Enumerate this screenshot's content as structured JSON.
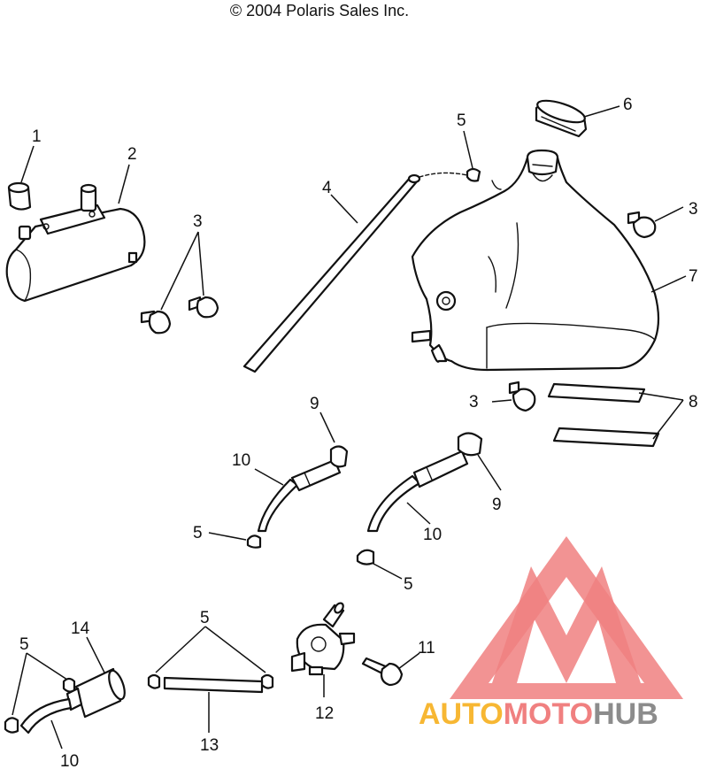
{
  "copyright": "© 2004 Polaris Sales Inc.",
  "callouts": [
    {
      "id": "c1",
      "label": "1"
    },
    {
      "id": "c2",
      "label": "2"
    },
    {
      "id": "c3a",
      "label": "3"
    },
    {
      "id": "c3b",
      "label": "3"
    },
    {
      "id": "c3c",
      "label": "3"
    },
    {
      "id": "c4",
      "label": "4"
    },
    {
      "id": "c5a",
      "label": "5"
    },
    {
      "id": "c5b",
      "label": "5"
    },
    {
      "id": "c5c",
      "label": "5"
    },
    {
      "id": "c5d",
      "label": "5"
    },
    {
      "id": "c5e",
      "label": "5"
    },
    {
      "id": "c6",
      "label": "6"
    },
    {
      "id": "c7",
      "label": "7"
    },
    {
      "id": "c8",
      "label": "8"
    },
    {
      "id": "c9a",
      "label": "9"
    },
    {
      "id": "c9b",
      "label": "9"
    },
    {
      "id": "c10a",
      "label": "10"
    },
    {
      "id": "c10b",
      "label": "10"
    },
    {
      "id": "c10c",
      "label": "10"
    },
    {
      "id": "c11",
      "label": "11"
    },
    {
      "id": "c12",
      "label": "12"
    },
    {
      "id": "c13",
      "label": "13"
    },
    {
      "id": "c14",
      "label": "14"
    }
  ],
  "watermark": {
    "part1": "AUTO",
    "part2": "MOTO",
    "part3": "HUB",
    "color_orange": "#f7b733",
    "color_red": "#f08080",
    "color_gray": "#8c8c8c"
  }
}
